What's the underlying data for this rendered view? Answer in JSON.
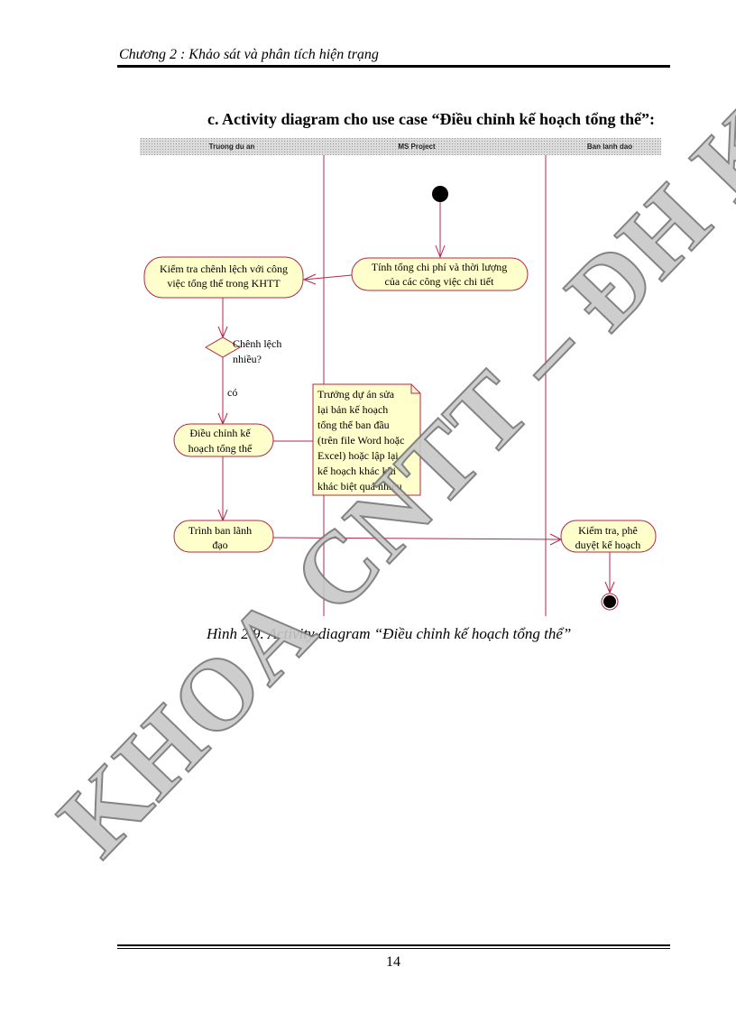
{
  "header": {
    "chapter": "Chương 2 : Khảo sát và phân tích hiện trạng"
  },
  "heading": "c.  Activity  diagram cho use case “Điều chỉnh kế hoạch tổng thể”:",
  "diagram": {
    "lanes": [
      "Truong du an",
      "MS Project",
      "Ban lanh dao"
    ],
    "nodes": {
      "tinh_tong": [
        "Tính tổng chi phí và thời lượng",
        "của các công việc chi tiết"
      ],
      "kiem_tra_chenh_lech": [
        "Kiểm tra chênh lệch với công",
        "việc tổng thể trong KHTT"
      ],
      "decision": [
        "Chênh lệch",
        "nhiều?"
      ],
      "guard": "có",
      "dieu_chinh": [
        "Điều chỉnh kế",
        "hoạch tổng thể"
      ],
      "trinh": [
        "Trình ban lãnh",
        "đạo"
      ],
      "phe_duyet": [
        "Kiểm tra, phê",
        "duyệt kế hoạch"
      ]
    },
    "note": [
      "Trưởng dự án sửa",
      "lại bản kế hoạch",
      "tổng thể ban đầu",
      "(trên file Word hoặc",
      "Excel) hoặc lập lại",
      "kế hoạch khác khi",
      "khác biệt quá nhiều"
    ],
    "colors": {
      "line": "#b0284a",
      "fill": "#ffffcc",
      "lane_header": "#cfcfcf"
    }
  },
  "caption": "Hình 2.9. Activity diagram “Điều chỉnh kế hoạch tổng thể”",
  "watermark": "KHOA CNTT – ĐH KHTN",
  "page_number": "14"
}
